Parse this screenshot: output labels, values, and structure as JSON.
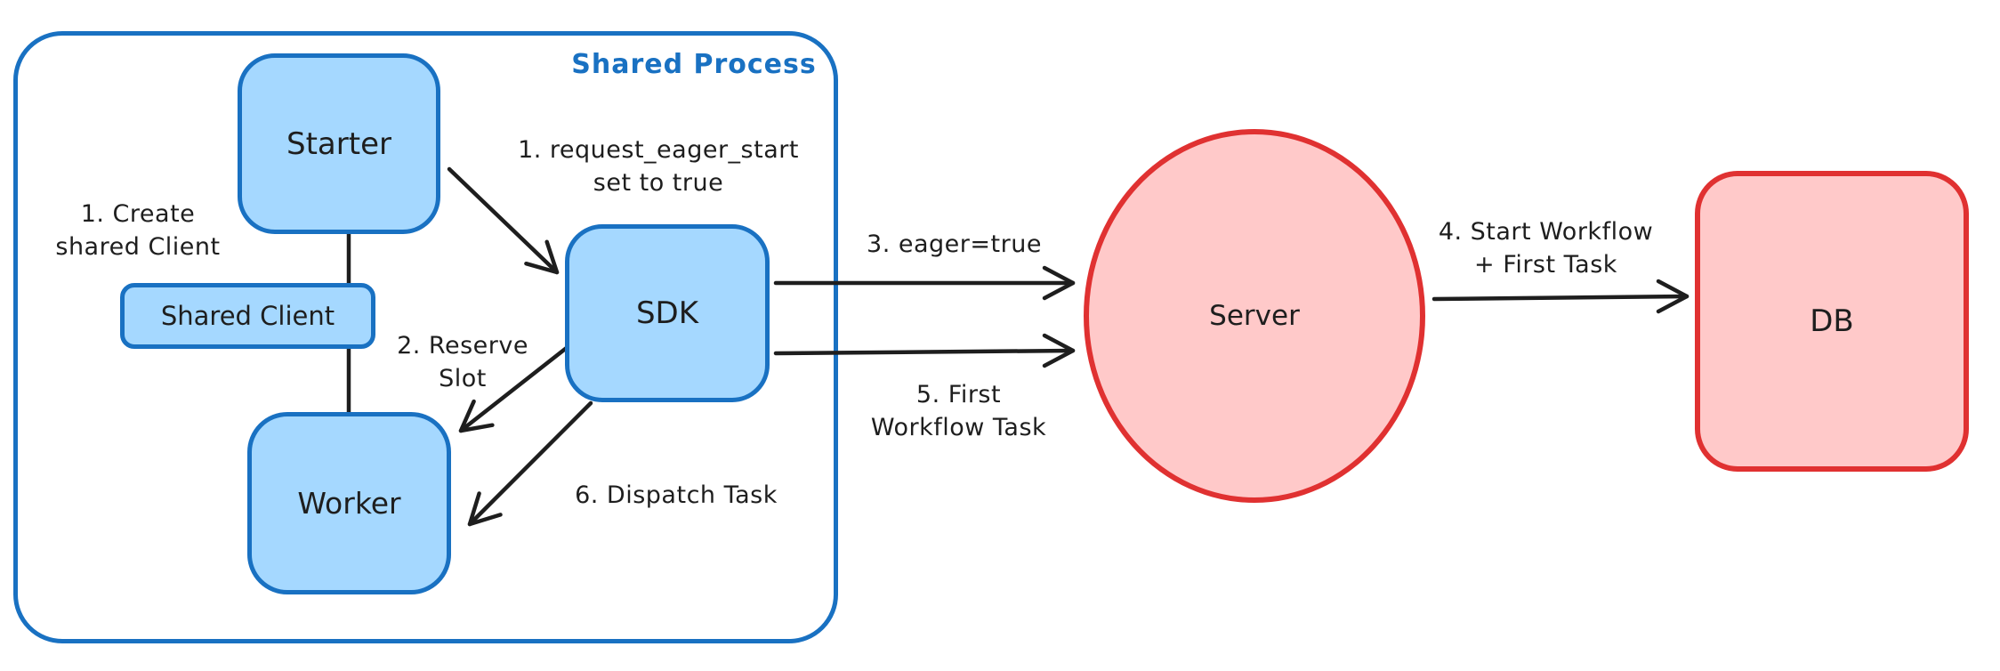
{
  "diagram": {
    "title": "Shared Process eager workflow start diagram",
    "group": {
      "label": "Shared Process"
    },
    "nodes": {
      "starter": {
        "label": "Starter"
      },
      "shared_client": {
        "label": "Shared Client"
      },
      "worker": {
        "label": "Worker"
      },
      "sdk": {
        "label": "SDK"
      },
      "server": {
        "label": "Server"
      },
      "db": {
        "label": "DB"
      }
    },
    "edge_labels": {
      "create_shared_client": {
        "line1": "1. Create",
        "line2": "shared Client"
      },
      "request_eager_start": {
        "line1": "1. request_eager_start",
        "line2": "set to true"
      },
      "reserve_slot": {
        "line1": "2. Reserve",
        "line2": "Slot"
      },
      "eager_true": {
        "line1": "3. eager=true"
      },
      "start_workflow": {
        "line1": "4. Start Workflow",
        "line2": "+ First Task"
      },
      "first_workflow_task": {
        "line1": "5. First",
        "line2": "Workflow Task"
      },
      "dispatch_task": {
        "line1": "6. Dispatch Task"
      }
    },
    "colors": {
      "blue_stroke": "#1971c2",
      "blue_fill": "#a5d8ff",
      "red_stroke": "#e03131",
      "red_fill": "#ffc9c9",
      "ink": "#1e1e1e",
      "background": "#ffffff"
    }
  }
}
